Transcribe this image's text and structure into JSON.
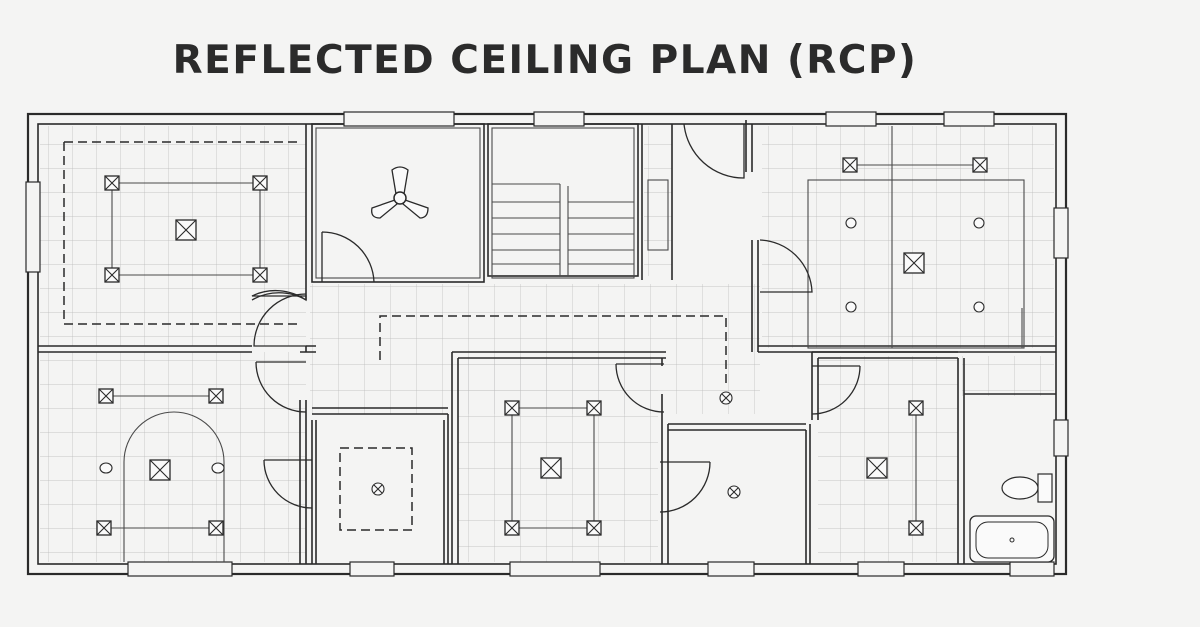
{
  "title": "REFLECTED CEILING PLAN (RCP)",
  "colors": {
    "line": "#2a2a2a",
    "grid": "#b8b8b8",
    "background": "#f4f4f3"
  },
  "legend_symbols": [
    "ceiling-light-fixture",
    "recessed-downlight",
    "ceiling-fan",
    "pendant-light"
  ]
}
